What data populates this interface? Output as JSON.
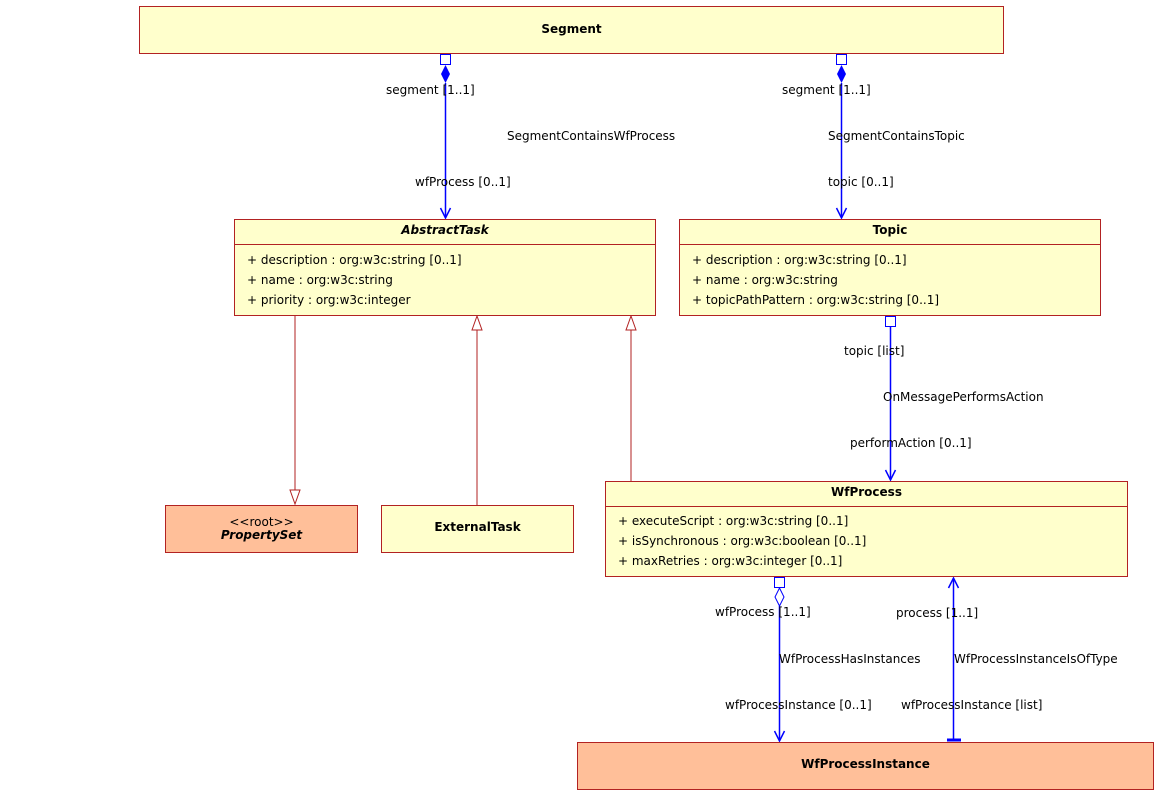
{
  "classes": {
    "segment": {
      "name": "Segment"
    },
    "abstract_task": {
      "name": "AbstractTask",
      "attributes": [
        "+ description : org:w3c:string [0..1]",
        "+ name : org:w3c:string",
        "+ priority : org:w3c:integer"
      ]
    },
    "topic": {
      "name": "Topic",
      "attributes": [
        "+ description : org:w3c:string [0..1]",
        "+ name : org:w3c:string",
        "+ topicPathPattern : org:w3c:string [0..1]"
      ]
    },
    "property_set": {
      "stereotype": "<<root>>",
      "name": "PropertySet"
    },
    "external_task": {
      "name": "ExternalTask"
    },
    "wf_process": {
      "name": "WfProcess",
      "attributes": [
        "+ executeScript : org:w3c:string [0..1]",
        "+ isSynchronous : org:w3c:boolean [0..1]",
        "+ maxRetries : org:w3c:integer [0..1]"
      ]
    },
    "wf_process_instance": {
      "name": "WfProcessInstance"
    }
  },
  "associations": {
    "segment_contains_wfprocess": {
      "source_role": "segment [1..1]",
      "name": "SegmentContainsWfProcess",
      "target_role": "wfProcess [0..1]"
    },
    "segment_contains_topic": {
      "source_role": "segment [1..1]",
      "name": "SegmentContainsTopic",
      "target_role": "topic [0..1]"
    },
    "on_message_performs_action": {
      "source_role": "topic [list]",
      "name": "OnMessagePerformsAction",
      "target_role": "performAction [0..1]"
    },
    "wfprocess_has_instances": {
      "source_role": "wfProcess [1..1]",
      "name": "WfProcessHasInstances",
      "target_role": "wfProcessInstance [0..1]"
    },
    "wfprocess_instance_is_of_type": {
      "source_role": "process [1..1]",
      "name": "WfProcessInstanceIsOfType",
      "target_role": "wfProcessInstance [list]"
    }
  },
  "colors": {
    "class_fill": "#ffffcc",
    "root_fill": "#ffbf99",
    "class_border": "#b22222",
    "association_line": "#0000ff",
    "generalization_line": "#b22222"
  }
}
